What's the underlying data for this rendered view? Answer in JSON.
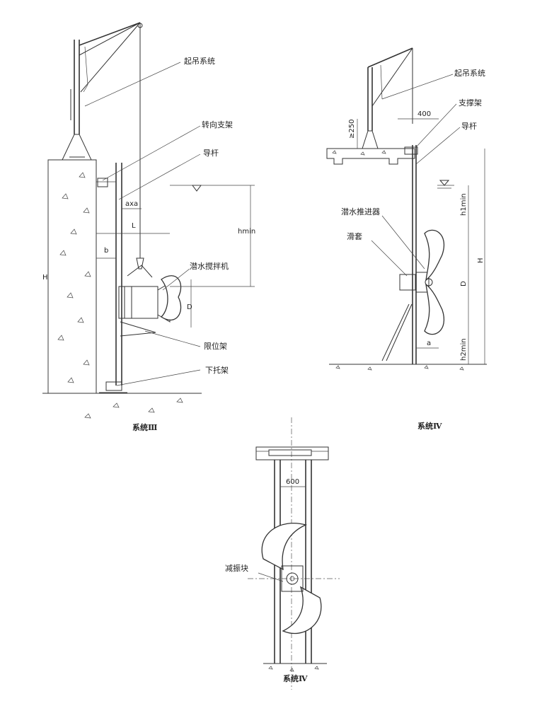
{
  "diagrams": [
    {
      "id": "system-3",
      "caption": "系统Ⅲ",
      "labels": {
        "lifting": "起吊系统",
        "swivel": "转向支架",
        "guide": "导杆",
        "mixer": "潜水搅拌机",
        "limit": "限位架",
        "bottom": "下托架"
      },
      "dims": {
        "H": "H",
        "axa": "axa",
        "L": "L",
        "b": "b",
        "hmin": "hmin",
        "D": "D"
      }
    },
    {
      "id": "system-4",
      "caption": "系统Ⅳ",
      "labels": {
        "lifting": "起吊系统",
        "support": "支撑架",
        "guide": "导杆",
        "propeller": "潜水推进器",
        "sleeve": "滑套"
      },
      "dims": {
        "d250": "≥250",
        "d400": "400",
        "h1min": "h1min",
        "H": "H",
        "D": "D",
        "a": "a",
        "h2min": "h2min"
      }
    },
    {
      "id": "system-4b",
      "caption": "系统Ⅳ",
      "labels": {
        "damper": "减振块"
      },
      "dims": {
        "d600": "600"
      }
    }
  ],
  "colors": {
    "line": "#333333",
    "background": "#ffffff"
  }
}
